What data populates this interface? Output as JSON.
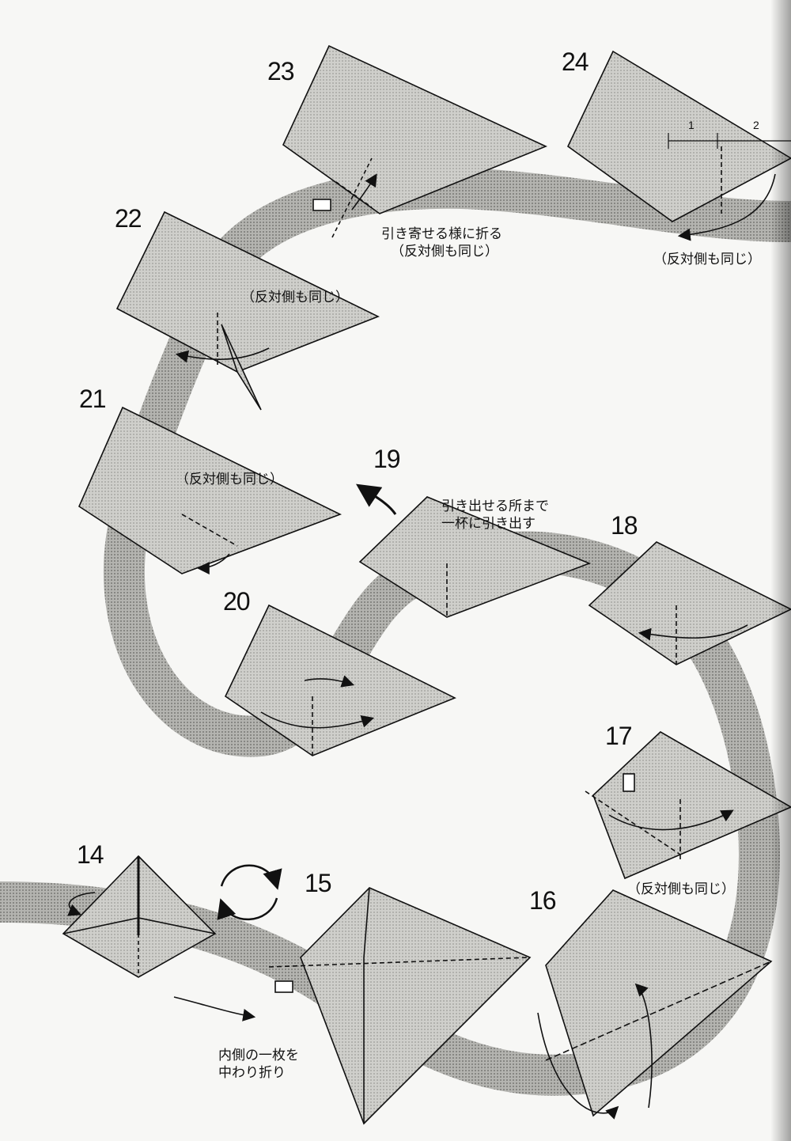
{
  "steps": {
    "s14": "14",
    "s15": "15",
    "s16": "16",
    "s17": "17",
    "s18": "18",
    "s19": "19",
    "s20": "20",
    "s21": "21",
    "s22": "22",
    "s23": "23",
    "s24": "24"
  },
  "notes": {
    "same_back": "（反対側も同じ）",
    "pull_line1": "引き寄せる様に折る",
    "pull_line2": "（反対側も同じ）",
    "pullout_line1": "引き出せる所まで",
    "pullout_line2": "一杯に引き出す",
    "squash_line1": "内側の一枚を",
    "squash_line2": "中わり折り"
  },
  "dimensions": {
    "one": "1",
    "two": "2"
  },
  "colors": {
    "paper": "#d0d0cc",
    "paper_dark": "#b8b8b4",
    "band": "#9a9a96",
    "line": "#111111"
  }
}
